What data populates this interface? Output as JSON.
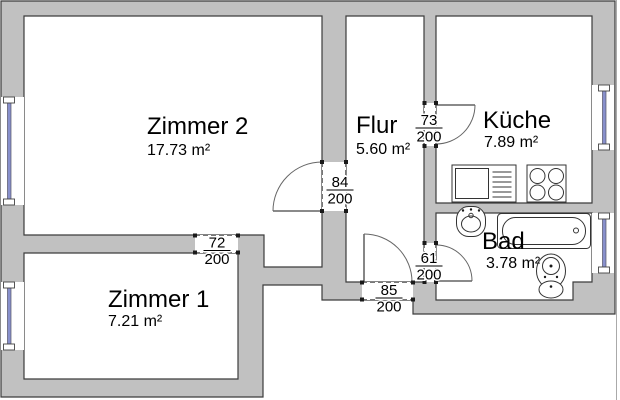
{
  "rooms": {
    "zimmer2": {
      "name": "Zimmer 2",
      "area": "17.73 m²"
    },
    "zimmer1": {
      "name": "Zimmer 1",
      "area": "7.21 m²"
    },
    "flur": {
      "name": "Flur",
      "area": "5.60 m²"
    },
    "kueche": {
      "name": "Küche",
      "area": "7.89 m²"
    },
    "bad": {
      "name": "Bad",
      "area": "3.78 m²"
    }
  },
  "doors": {
    "zimmer2_flur": {
      "width_cm": "84",
      "height_cm": "200"
    },
    "zimmer1": {
      "width_cm": "72",
      "height_cm": "200"
    },
    "kueche": {
      "width_cm": "73",
      "height_cm": "200"
    },
    "bad": {
      "width_cm": "61",
      "height_cm": "200"
    },
    "entrance": {
      "width_cm": "85",
      "height_cm": "200"
    }
  },
  "windows": [
    "zimmer2-west-wall",
    "zimmer1-west-wall",
    "kueche-east-wall",
    "bad-east-wall"
  ],
  "fixtures": [
    "kitchen-counter-sink",
    "stove-four-burners",
    "washbasin",
    "bathtub",
    "toilet"
  ],
  "colors": {
    "wall_fill": "#c1c1c1",
    "wall_outline": "#3c3c3c",
    "window_glass": "#8890cc",
    "background": "#ffffff",
    "text": "#000000"
  }
}
